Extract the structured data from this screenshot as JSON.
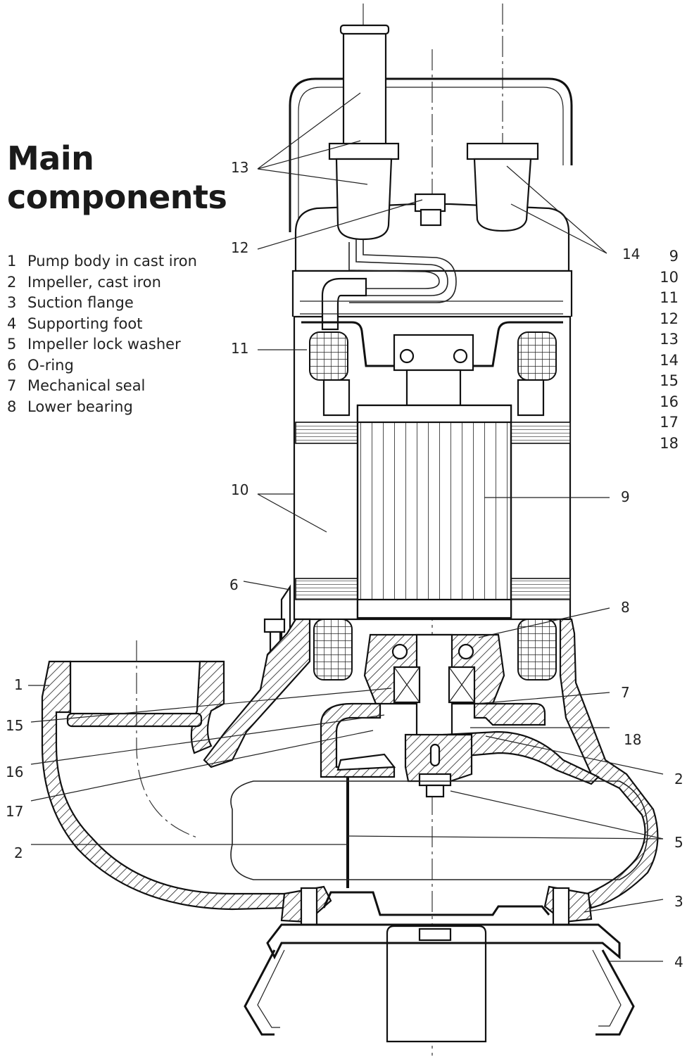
{
  "title": [
    "Main",
    "components"
  ],
  "legend_left": [
    {
      "num": "1",
      "label": "Pump body in cast iron"
    },
    {
      "num": "2",
      "label": "Impeller, cast iron"
    },
    {
      "num": "3",
      "label": "Suction flange"
    },
    {
      "num": "4",
      "label": "Supporting foot"
    },
    {
      "num": "5",
      "label": "Impeller lock washer"
    },
    {
      "num": "6",
      "label": "O-ring"
    },
    {
      "num": "7",
      "label": "Mechanical seal"
    },
    {
      "num": "8",
      "label": "Lower bearing"
    }
  ],
  "legend_right": [
    {
      "num": "9",
      "label": ""
    },
    {
      "num": "10",
      "label": ""
    },
    {
      "num": "11",
      "label": ""
    },
    {
      "num": "12",
      "label": ""
    },
    {
      "num": "13",
      "label": ""
    },
    {
      "num": "14",
      "label": ""
    },
    {
      "num": "15",
      "label": ""
    },
    {
      "num": "16",
      "label": ""
    },
    {
      "num": "17",
      "label": ""
    },
    {
      "num": "18",
      "label": ""
    }
  ],
  "callouts": {
    "c13": "13",
    "c12": "12",
    "c11": "11",
    "c10": "10",
    "c6": "6",
    "c1": "1",
    "c15": "15",
    "c16": "16",
    "c17": "17",
    "c2l": "2",
    "c14": "14",
    "c9": "9",
    "c8": "8",
    "c7": "7",
    "c18": "18",
    "c2r": "2",
    "c5": "5",
    "c3": "3",
    "c4": "4"
  }
}
